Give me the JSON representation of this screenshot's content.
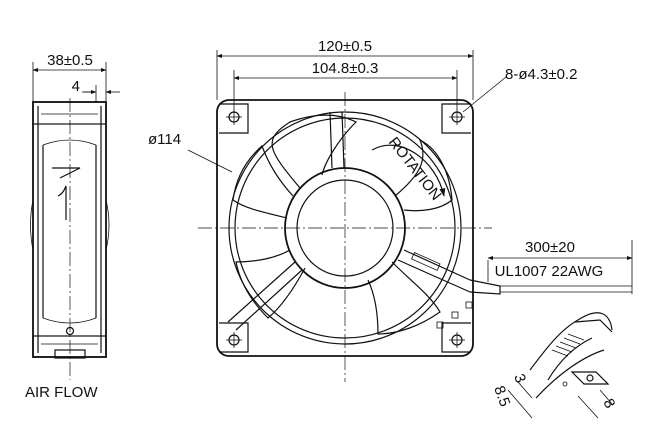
{
  "dimensions": {
    "depth": "38±0.5",
    "flange": "4",
    "frame_width": "120±0.5",
    "hole_spacing": "104.8±0.3",
    "mount_holes": "8-ø4.3±0.2",
    "venturi_diameter": "ø114",
    "lead_length": "300±20",
    "wire_spec": "UL1007 22AWG",
    "detail_3": "3",
    "detail_8_5": "8.5",
    "detail_8": "8"
  },
  "labels": {
    "rotation": "ROTATION",
    "air_flow": "AIR FLOW"
  }
}
